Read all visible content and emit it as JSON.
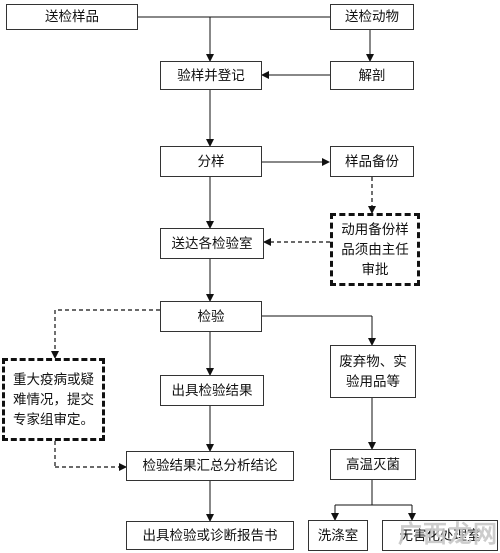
{
  "nodes": {
    "send_sample": "送检样品",
    "send_animal": "送检动物",
    "inspect_register": "验样并登记",
    "dissect": "解剖",
    "split_sample": "分样",
    "sample_backup": "样品备份",
    "to_labs": "送达各检验室",
    "backup_approval": "动用备份样\n品须由主任\n审批",
    "inspection": "检验",
    "major_epidemic": "重大疫病或疑\n难情况，提交\n专家组审定。",
    "issue_results": "出具检验结果",
    "waste": "废弃物、实\n验用品等",
    "summary_analysis": "检验结果汇总分析结论",
    "sterilize": "高温灭菌",
    "issue_report": "出具检验或诊断报告书",
    "wash_room": "洗涤室",
    "harmless_room": "无害化处理室"
  },
  "watermark": "广西龙网"
}
